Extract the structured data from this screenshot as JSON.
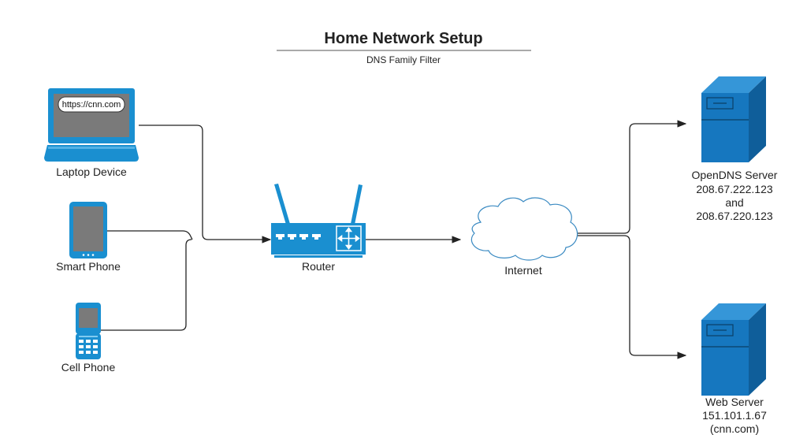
{
  "title": "Home Network Setup",
  "subtitle": "DNS Family Filter",
  "laptop": {
    "label": "Laptop Device",
    "url": "https://cnn.com"
  },
  "smart_phone": {
    "label": "Smart Phone"
  },
  "cell_phone": {
    "label": "Cell Phone"
  },
  "router": {
    "label": "Router"
  },
  "internet": {
    "label": "Internet"
  },
  "opendns": {
    "line1": "OpenDNS Server",
    "line2": "208.67.222.123",
    "line3": "and",
    "line4": "208.67.220.123"
  },
  "webserver": {
    "line1": "Web Server",
    "line2": "151.101.1.67",
    "line3": "(cnn.com)"
  },
  "colors": {
    "device_blue": "#1a8fd0",
    "server_blue": "#1677bf",
    "screen_gray": "#7a7a7a",
    "cloud_stroke": "#3a8ac2",
    "wire": "#222222"
  }
}
